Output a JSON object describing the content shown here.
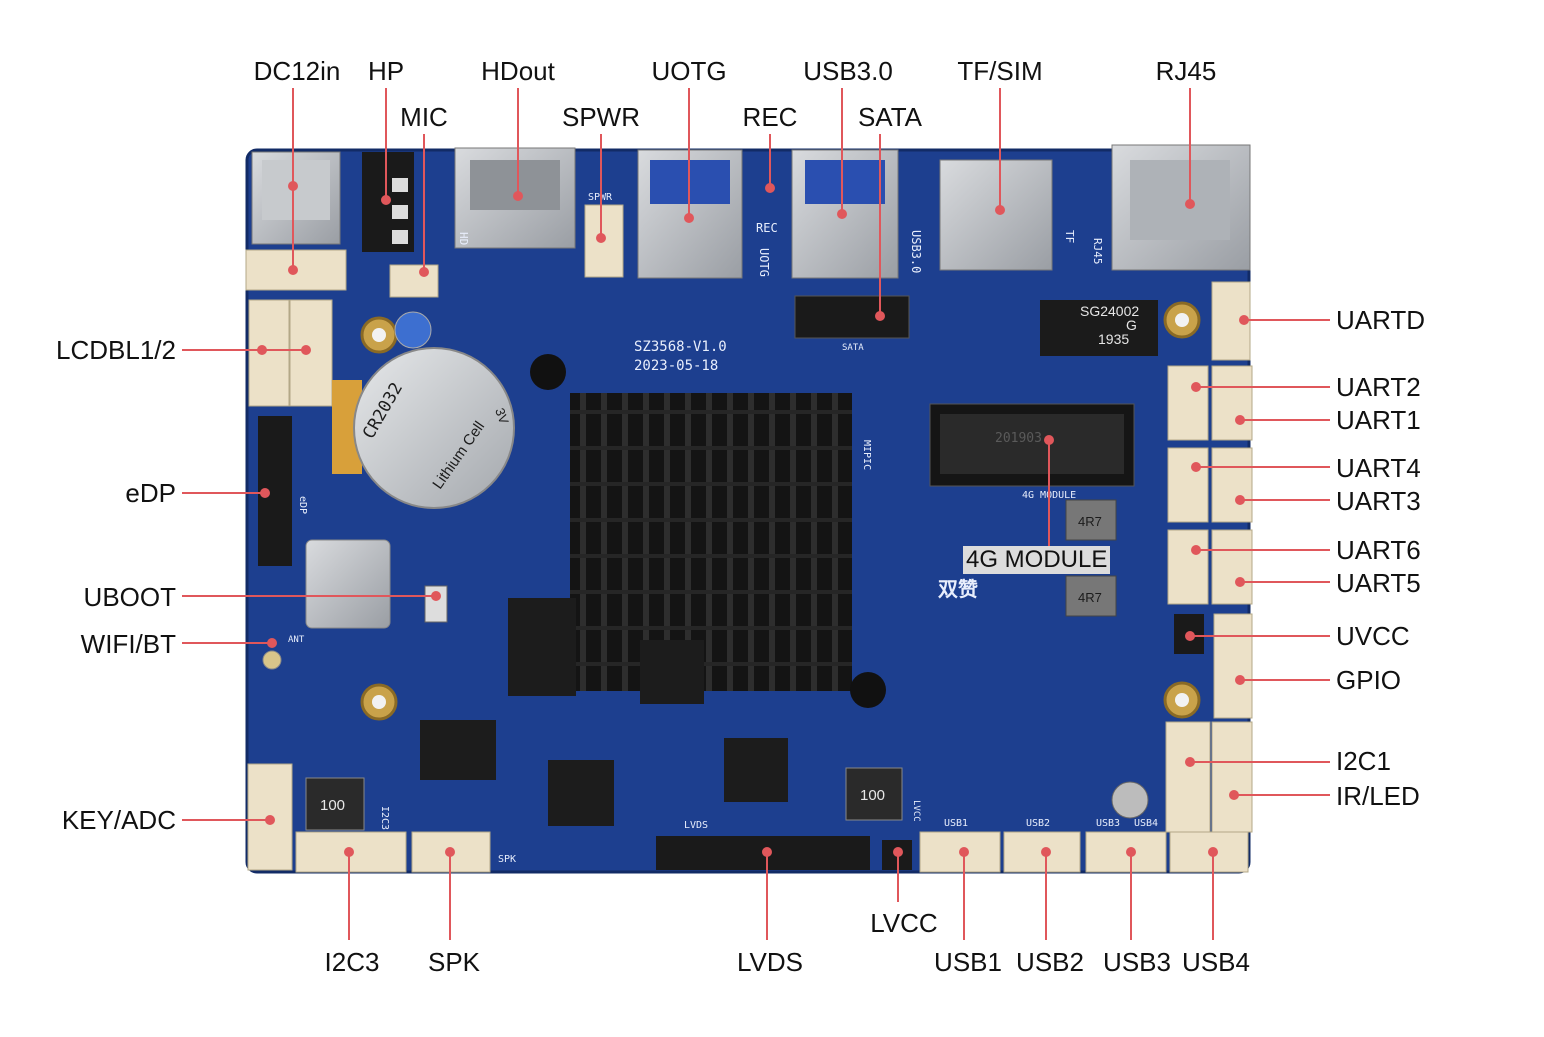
{
  "board": {
    "model": "SZ3568-V1.0",
    "date": "2023-05-18",
    "brand": "双赞",
    "battery": {
      "model": "CR2032",
      "text": "Lithium Cell",
      "voltage": "3V"
    },
    "ethernet_chip": {
      "name": "SG24002",
      "suffix": "G",
      "code": "1935"
    },
    "inductor_1": "4R7",
    "inductor_2": "4R7",
    "coil_1": "100",
    "coil_2": "100",
    "silk": {
      "hdout": "HD",
      "spwr": "SPWR",
      "rec": "REC",
      "uotg": "UOTG",
      "usb30": "USB3.0",
      "tf": "TF",
      "rj45": "RJ45",
      "sata": "SATA",
      "mipic": "MIPIC",
      "module": "4G MODULE",
      "module_code": "201903",
      "edp": "eDP",
      "lvds": "LVDS",
      "spk": "SPK",
      "i2c3": "I2C3",
      "usb1": "USB1",
      "usb2": "USB2",
      "usb3": "USB3",
      "usb4": "USB4",
      "lvcc": "LVCC",
      "ant": "ANT"
    }
  },
  "labels": {
    "top": [
      "DC12in",
      "HP",
      "MIC",
      "HDout",
      "SPWR",
      "UOTG",
      "REC",
      "USB3.0",
      "SATA",
      "TF/SIM",
      "RJ45"
    ],
    "left": [
      "LCDBL1/2",
      "eDP",
      "UBOOT",
      "WIFI/BT",
      "KEY/ADC"
    ],
    "right": [
      "UARTD",
      "UART2",
      "UART1",
      "UART4",
      "UART3",
      "UART6",
      "UART5",
      "UVCC",
      "GPIO",
      "I2C1",
      "IR/LED"
    ],
    "bottom": [
      "I2C3",
      "SPK",
      "LVDS",
      "LVCC",
      "USB1",
      "USB2",
      "USB3",
      "USB4"
    ],
    "module": "4G MODULE"
  },
  "colors": {
    "pcb": "#1d3f8f",
    "pcb_dark": "#173478",
    "leader": "#e0575b",
    "heatsink": "#141414",
    "connector": "#ece1c8",
    "metal": "#b9bcc1"
  }
}
